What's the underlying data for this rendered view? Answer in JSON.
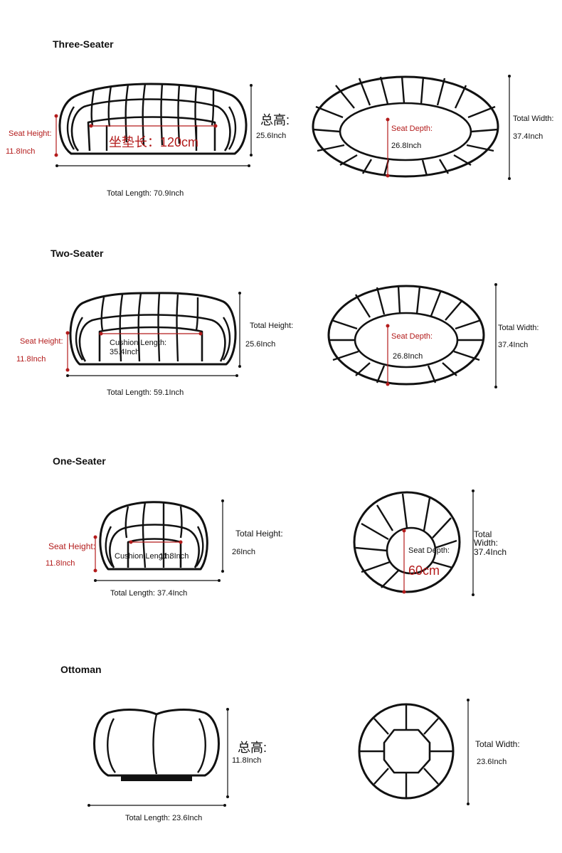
{
  "sections": [
    {
      "title": "Three-Seater",
      "seat_height_label": "Seat Height:",
      "seat_height_value": "11.8Inch",
      "cushion_label": "坐垫长：120cm",
      "height_label": "总高:",
      "height_value": "25.6Inch",
      "length_label": "Total Length: 70.9Inch",
      "seat_depth_label": "Seat Depth:",
      "seat_depth_value": "26.8Inch",
      "width_label": "Total Width:",
      "width_value": "37.4Inch"
    },
    {
      "title": "Two-Seater",
      "seat_height_label": "Seat Height:",
      "seat_height_value": "11.8Inch",
      "cushion_label": "Cushion Length:",
      "cushion_value": "35.4Inch",
      "height_label": "Total Height:",
      "height_value": "25.6Inch",
      "length_label": "Total Length: 59.1Inch",
      "seat_depth_label": "Seat Depth:",
      "seat_depth_value": "26.8Inch",
      "width_label": "Total Width:",
      "width_value": "37.4Inch"
    },
    {
      "title": "One-Seater",
      "seat_height_label": "Seat Height:",
      "seat_height_value": "11.8Inch",
      "cushion_label": "Cushion Length:",
      "cushion_value": "11.8Inch",
      "height_label": "Total Height:",
      "height_value": "26Inch",
      "length_label": "Total Length: 37.4Inch",
      "seat_depth_label": "Seat Depth:",
      "seat_depth_value": "60cm",
      "width_label": "Total Width:",
      "width_value": "37.4Inch"
    },
    {
      "title": "Ottoman",
      "height_label": "总高:",
      "height_value": "11.8Inch",
      "length_label": "Total Length: 23.6Inch",
      "width_label": "Total Width:",
      "width_value": "23.6Inch"
    }
  ],
  "colors": {
    "line": "#111111",
    "accent_red": "#b31b1b",
    "background": "#ffffff"
  }
}
